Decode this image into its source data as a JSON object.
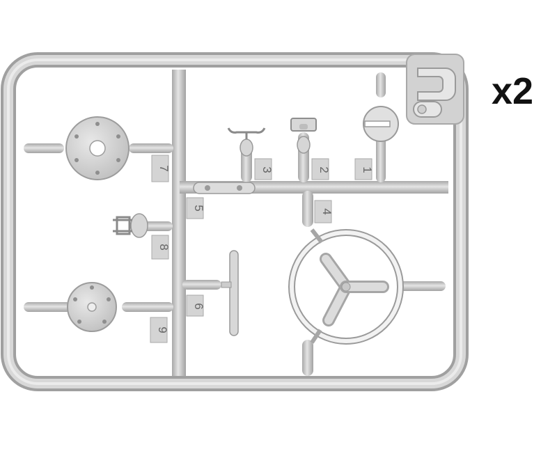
{
  "quantity_label": "x2",
  "part_numbers": {
    "p1": "1",
    "p2": "2",
    "p3": "3",
    "p4": "4",
    "p5": "5",
    "p6": "6",
    "p7": "7",
    "p8": "8",
    "p9": "9"
  },
  "colors": {
    "sprue": "#c9c9c9",
    "sprue_highlight": "#e2e2e2",
    "sprue_shadow": "#9e9e9e",
    "part": "#d6d6d6",
    "background": "#ffffff"
  }
}
